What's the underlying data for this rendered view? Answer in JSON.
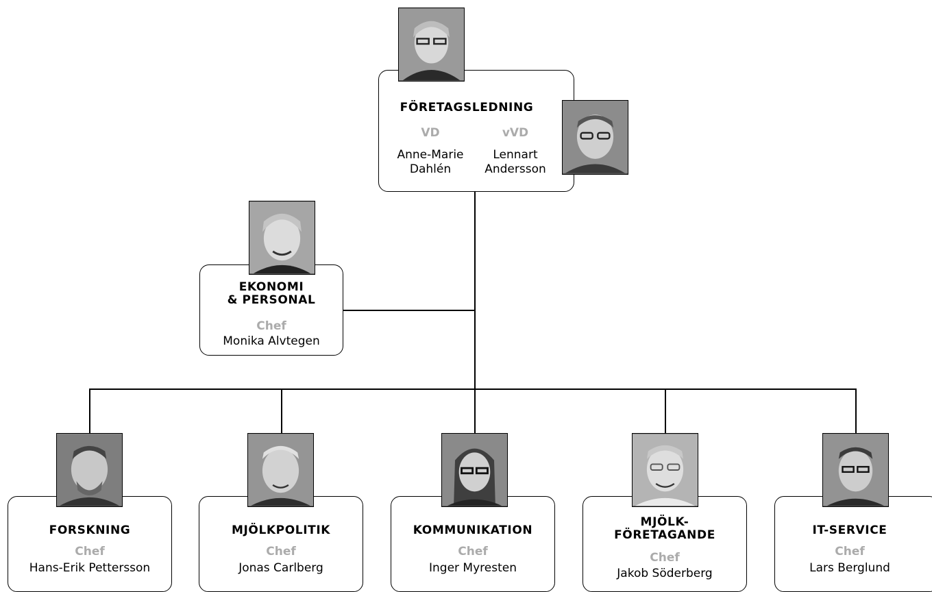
{
  "leadership": {
    "title": "FÖRETAGSLEDNING",
    "ceo": {
      "role": "VD",
      "name": "Anne-Marie\nDahlén"
    },
    "deputy": {
      "role": "vVD",
      "name": "Lennart\nAndersson"
    }
  },
  "staff": {
    "title": "EKONOMI\n& PERSONAL",
    "role": "Chef",
    "name": "Monika Alvtegen"
  },
  "departments": [
    {
      "title": "FORSKNING",
      "role": "Chef",
      "name": "Hans-Erik Pettersson"
    },
    {
      "title": "MJÖLKPOLITIK",
      "role": "Chef",
      "name": "Jonas Carlberg"
    },
    {
      "title": "KOMMUNIKATION",
      "role": "Chef",
      "name": "Inger Myresten"
    },
    {
      "title": "MJÖLK-\nFÖRETAGANDE",
      "role": "Chef",
      "name": "Jakob Söderberg"
    },
    {
      "title": "IT-SERVICE",
      "role": "Chef",
      "name": "Lars Berglund"
    }
  ],
  "colors": {
    "line": "#000000",
    "role_text": "#ababab",
    "photo_tone": "#6e6e6e"
  }
}
